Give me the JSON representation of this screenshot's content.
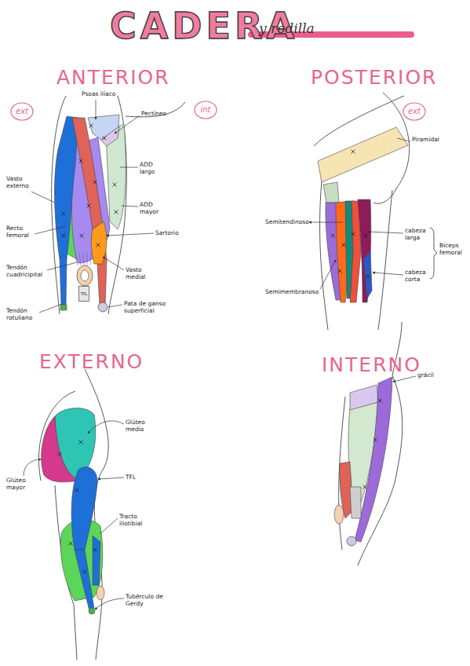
{
  "diagram": {
    "title": "CADERA",
    "nodes": [
      {
        "text": [
          "ext"
        ]
      },
      {
        "text": [
          "int"
        ]
      },
      {
        "text": [
          "ext"
        ]
      },
      {
        "text": [
          "TFL"
        ]
      }
    ],
    "labels": [
      "y rodilla",
      "ANTERIOR",
      "POSTERIOR",
      "EXTERNO",
      "INTERNO",
      "Psoas ilíaco",
      "Pectíneo",
      "ADD largo",
      "ADD mayor",
      "Vasto externo",
      "Recto femoral",
      "Sartorio",
      "Tendón cuadricipital",
      "Vasto medial",
      "Tendón rotuliano",
      "Pata de ganso superficial",
      "Piramidal",
      "Semitendinoso",
      "cabeza larga",
      "cabeza corta",
      "Bíceps femoral",
      "Semimembranoso",
      "Glúteo medio",
      "Glúteo mayor",
      "TFL",
      "Tracto iliotibial",
      "Tubérculo de Gerdy",
      "grácil"
    ]
  }
}
